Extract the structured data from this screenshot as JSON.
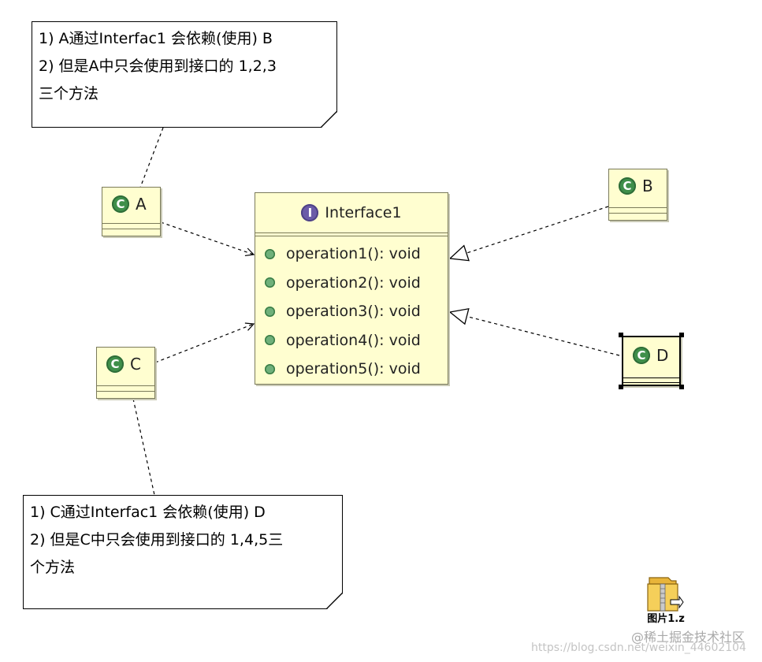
{
  "notes": {
    "note_a": [
      "1) A通过Interfac1 会依赖(使用) B",
      "2) 但是A中只会使用到接口的 1,2,3",
      "三个方法"
    ],
    "note_c": [
      "1) C通过Interfac1 会依赖(使用) D",
      "2) 但是C中只会使用到接口的 1,4,5三",
      "个方法"
    ]
  },
  "classes": {
    "a": {
      "name": "A",
      "stereotype_icon": "class-icon"
    },
    "b": {
      "name": "B",
      "stereotype_icon": "class-icon"
    },
    "c": {
      "name": "C",
      "stereotype_icon": "class-icon"
    },
    "d": {
      "name": "D",
      "stereotype_icon": "class-icon"
    }
  },
  "interface": {
    "name": "Interface1",
    "stereotype_icon": "interface-icon",
    "operations": [
      "operation1(): void",
      "operation2(): void",
      "operation3(): void",
      "operation4(): void",
      "operation5(): void"
    ]
  },
  "file": {
    "label": "图片1.z",
    "icon": "zip-folder-icon"
  },
  "watermark": {
    "line1": "@稀土掘金技术社区",
    "line2": "https://blog.csdn.net/weixin_44602104"
  },
  "colors": {
    "class_fill": "#fffed0",
    "class_badge": "#3f8f4a",
    "interface_badge": "#6b5ba8",
    "operation_dot": "#6fb07a"
  }
}
